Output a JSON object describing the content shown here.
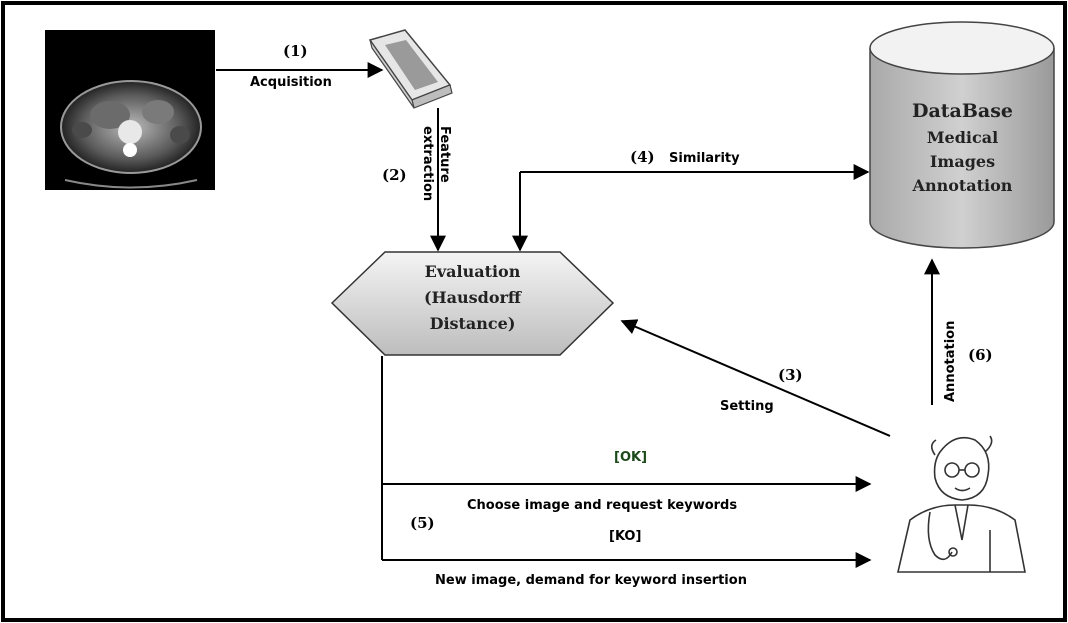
{
  "steps": {
    "s1": "(1)",
    "s2": "(2)",
    "s3": "(3)",
    "s4": "(4)",
    "s5": "(5)",
    "s6": "(6)"
  },
  "labels": {
    "acquisition": "Acquisition",
    "feature": "Feature",
    "extraction": "extraction",
    "similarity": "Similarity",
    "setting": "Setting",
    "annotation": "Annotation",
    "ok": "[OK]",
    "ko": "[KO]",
    "choose": "Choose image and request keywords",
    "new_image": "New image, demand for keyword insertion"
  },
  "evaluation": {
    "line1": "Evaluation",
    "line2": "(Hausdorff",
    "line3": "Distance)"
  },
  "database": {
    "line1": "DataBase",
    "line2": "Medical",
    "line3": "Images",
    "line4": "Annotation"
  },
  "colors": {
    "border": "#000000",
    "ok_text": "#1a4a1a",
    "hexagon_fill": "#d6d6d6",
    "cylinder_fill": "#b8b8b8"
  }
}
